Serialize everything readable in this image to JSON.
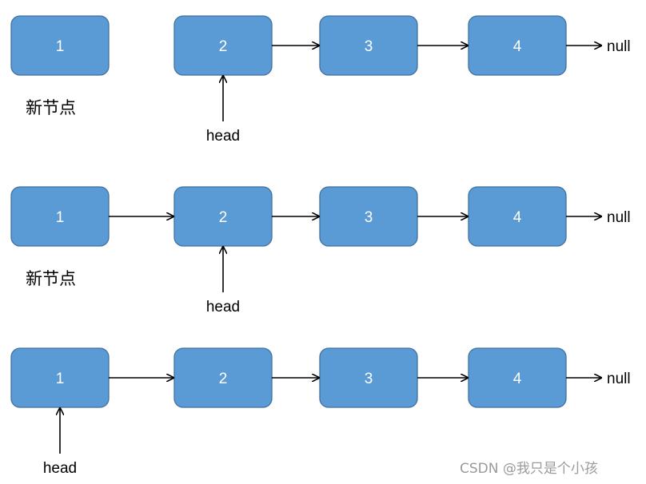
{
  "panels": [
    {
      "nodes": [
        "1",
        "2",
        "3",
        "4"
      ],
      "links": [
        [
          1,
          2
        ],
        [
          2,
          3
        ]
      ],
      "tail_link_from": 3,
      "null_label": "null",
      "new_node_label": "新节点",
      "head_label": "head",
      "head_points_to": 1
    },
    {
      "nodes": [
        "1",
        "2",
        "3",
        "4"
      ],
      "links": [
        [
          0,
          1
        ],
        [
          1,
          2
        ],
        [
          2,
          3
        ]
      ],
      "tail_link_from": 3,
      "null_label": "null",
      "new_node_label": "新节点",
      "head_label": "head",
      "head_points_to": 1
    },
    {
      "nodes": [
        "1",
        "2",
        "3",
        "4"
      ],
      "links": [
        [
          0,
          1
        ],
        [
          1,
          2
        ],
        [
          2,
          3
        ]
      ],
      "tail_link_from": 3,
      "null_label": "null",
      "new_node_label": "",
      "head_label": "head",
      "head_points_to": 0
    }
  ],
  "watermark": "CSDN @我只是个小孩"
}
